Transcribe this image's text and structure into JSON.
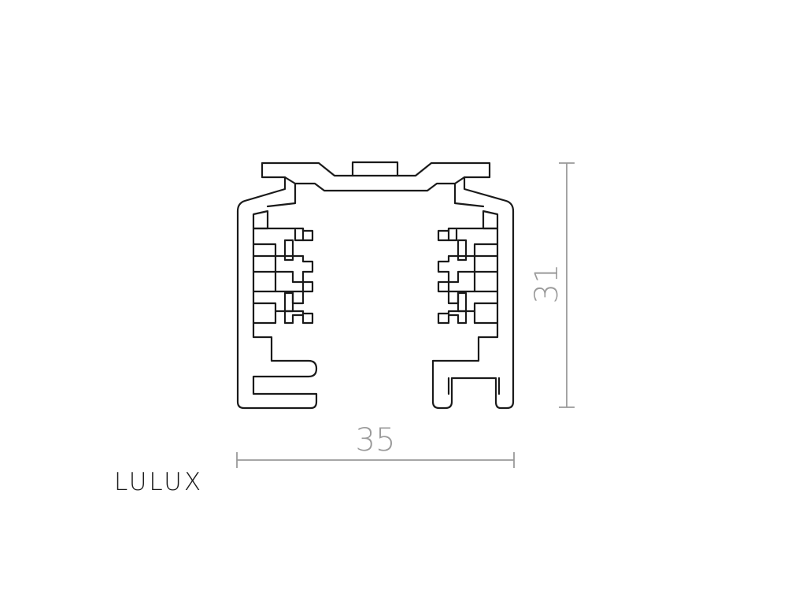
{
  "drawing": {
    "width_dimension": "35",
    "height_dimension": "31",
    "brand": "LULUX"
  },
  "colors": {
    "outline": "#1a1a1a",
    "dimension": "#9a9a9a",
    "background": "#ffffff"
  }
}
